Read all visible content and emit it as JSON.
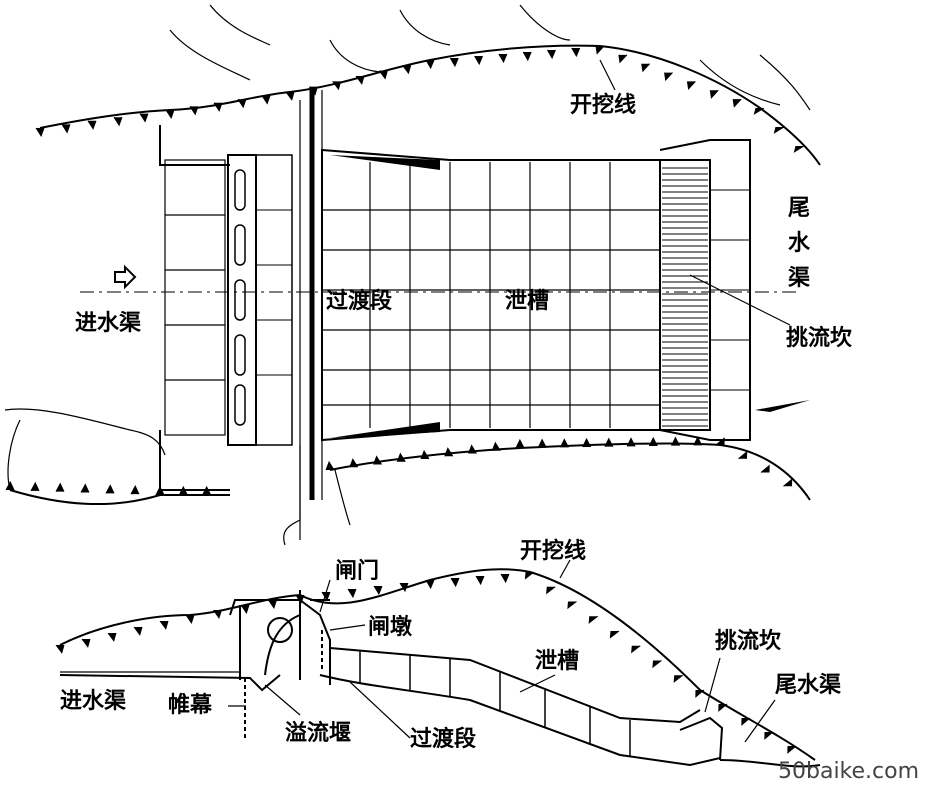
{
  "plan": {
    "excavation_line": "开挖线",
    "tailwater_channel": [
      "尾",
      "水",
      "渠"
    ],
    "flip_bucket": "挑流坎",
    "inlet_channel": "进水渠",
    "transition_section": "过渡段",
    "chute": "泄槽"
  },
  "profile": {
    "excavation_line": "开挖线",
    "gate": "闸门",
    "gate_pier": "闸墩",
    "chute": "泄槽",
    "flip_bucket": "挑流坎",
    "tailwater_channel": "尾水渠",
    "inlet_channel": "进水渠",
    "grout_curtain": "帷幕",
    "weir": "溢流堰",
    "transition_section": "过渡段"
  },
  "watermark": "50baike.com"
}
